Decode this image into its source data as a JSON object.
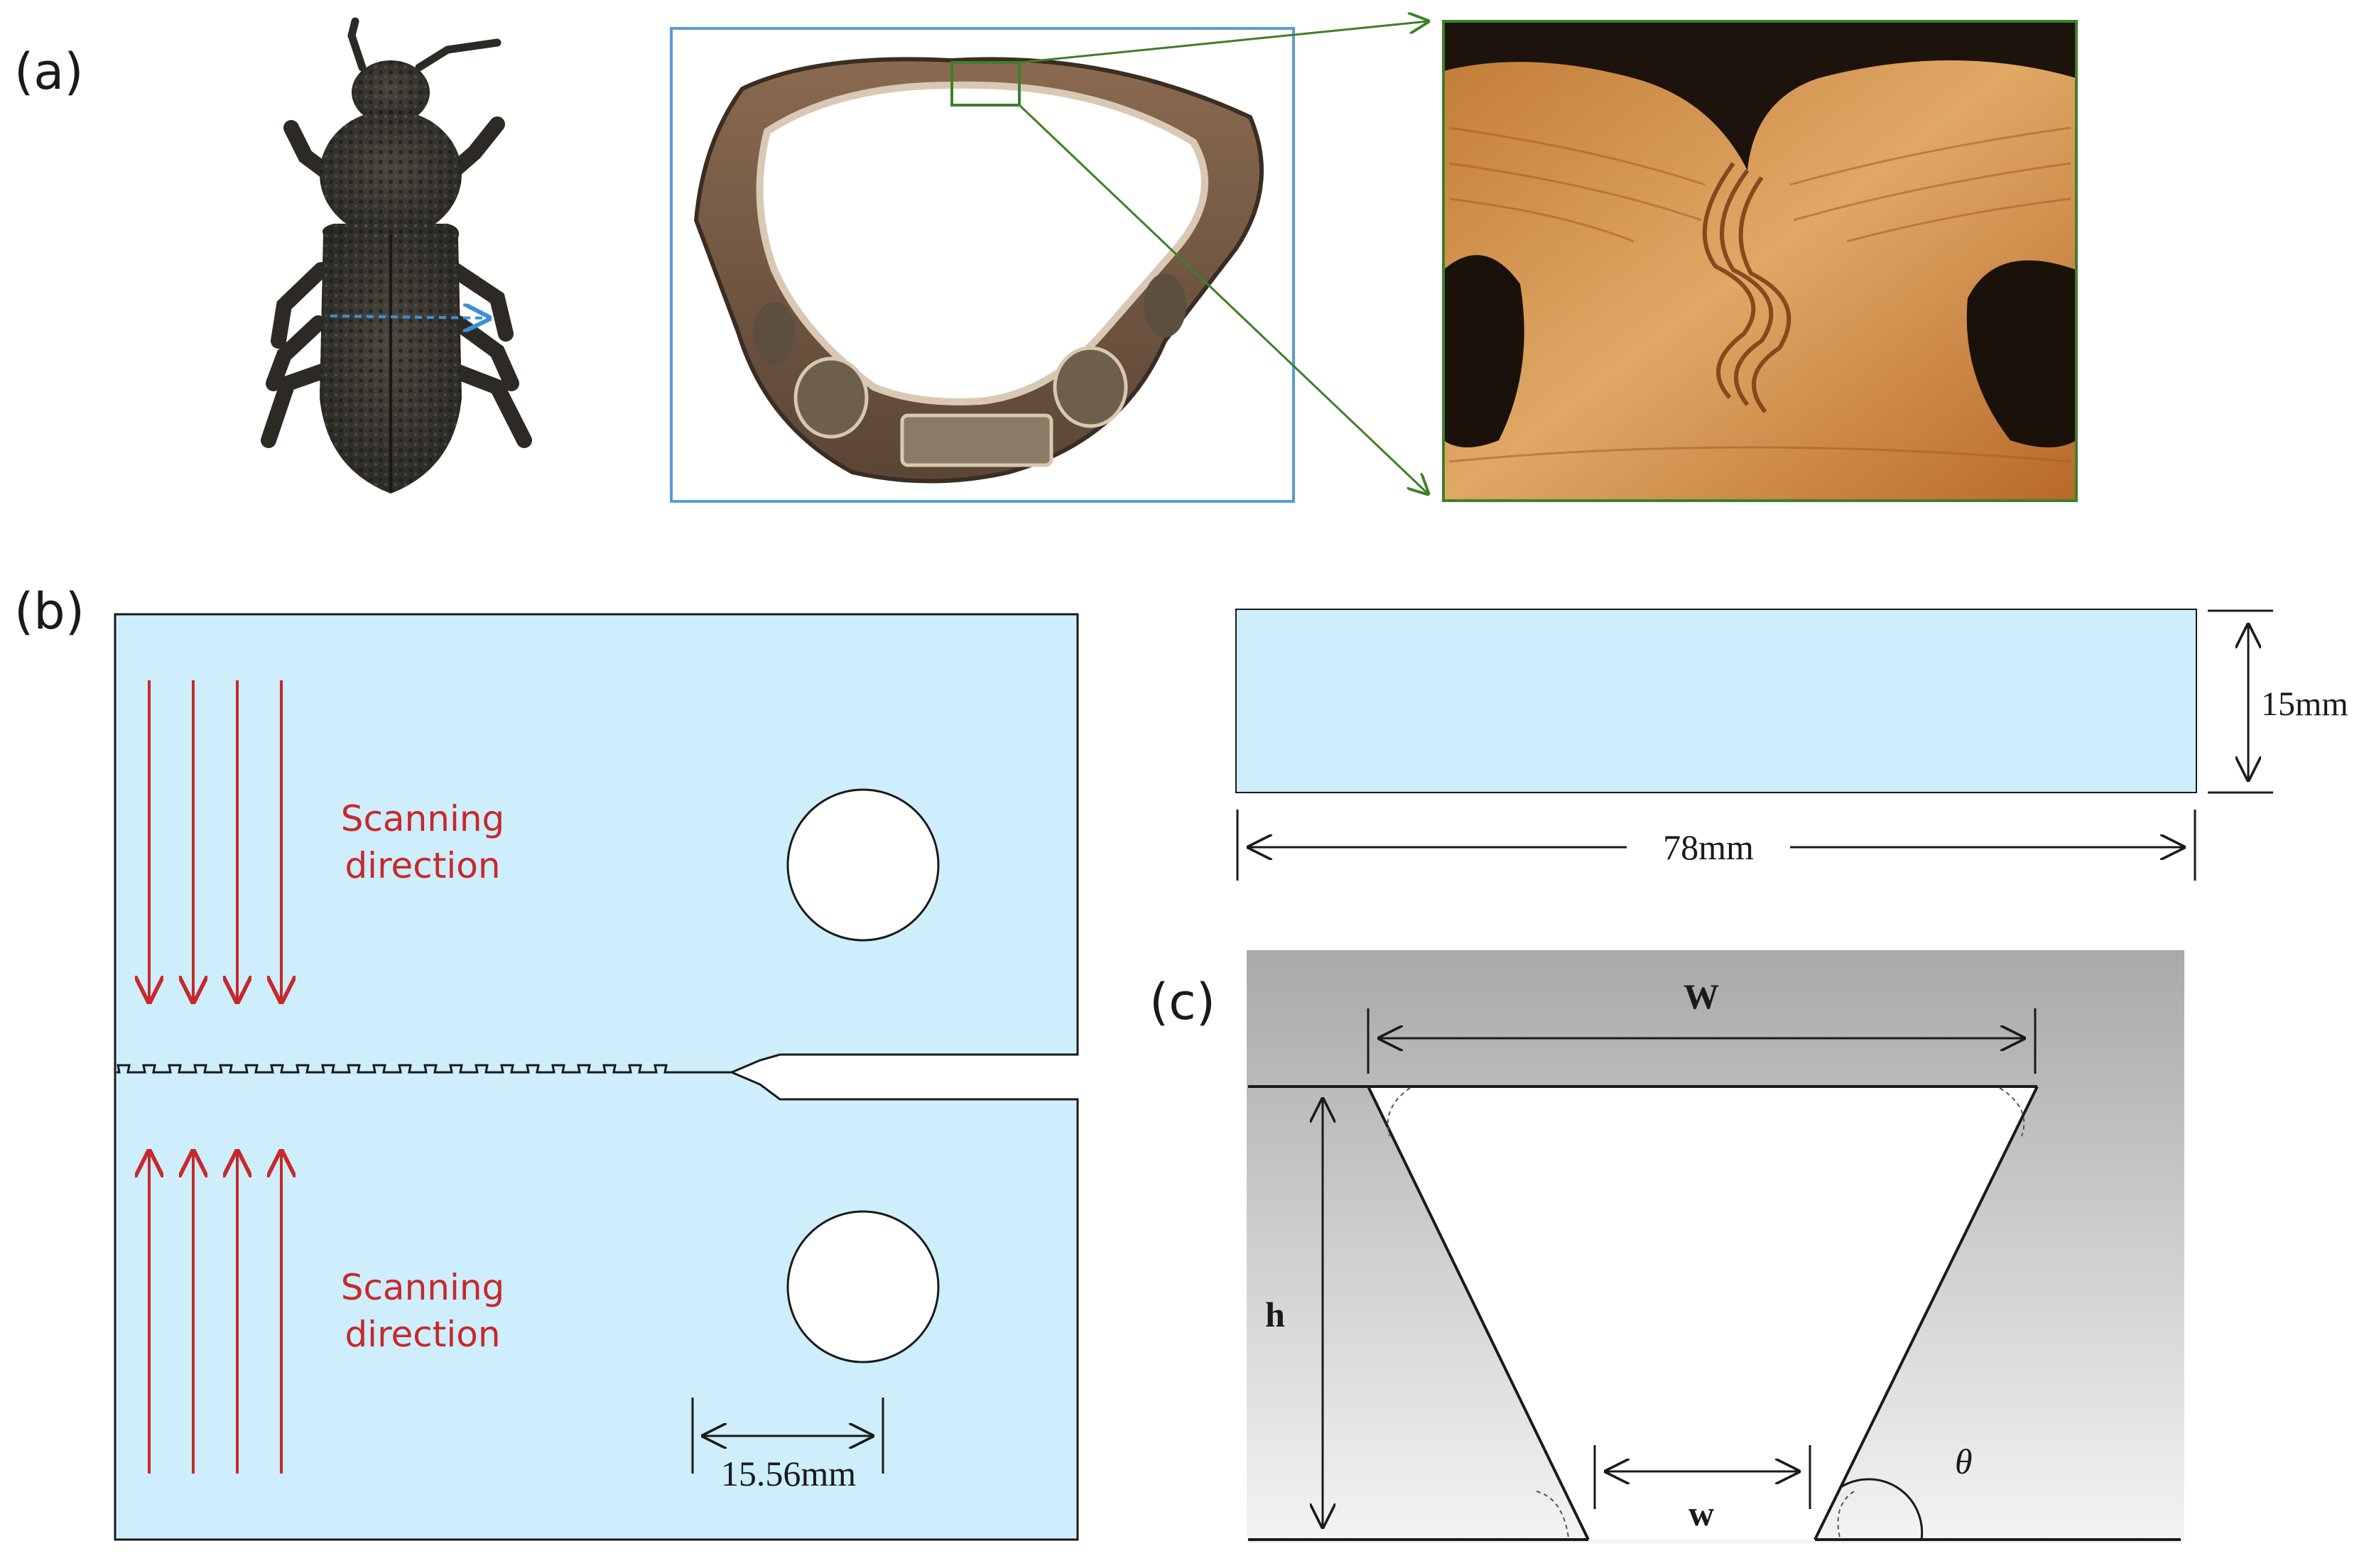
{
  "panels": {
    "a": {
      "label": "(a)"
    },
    "b": {
      "label": "(b)"
    },
    "c": {
      "label": "(c)"
    }
  },
  "specimen": {
    "scan_top": {
      "line1": "Scanning",
      "line2": "direction"
    },
    "scan_bottom": {
      "line1": "Scanning",
      "line2": "direction"
    },
    "hole_offset_label": "15.56mm"
  },
  "side_view": {
    "height_label": "15mm",
    "length_label": "78mm"
  },
  "geometry": {
    "W_label": "W",
    "h_label": "h",
    "w_label": "w",
    "theta_label": "θ"
  },
  "colors": {
    "specimen_fill": "#cdeefa",
    "scan_arrow": "#c8282c",
    "beetle_arrow": "#3a8fd8",
    "box_blue": "#5b9bd5",
    "box_green": "#3f7f2a",
    "ink": "#1a1a1a"
  }
}
